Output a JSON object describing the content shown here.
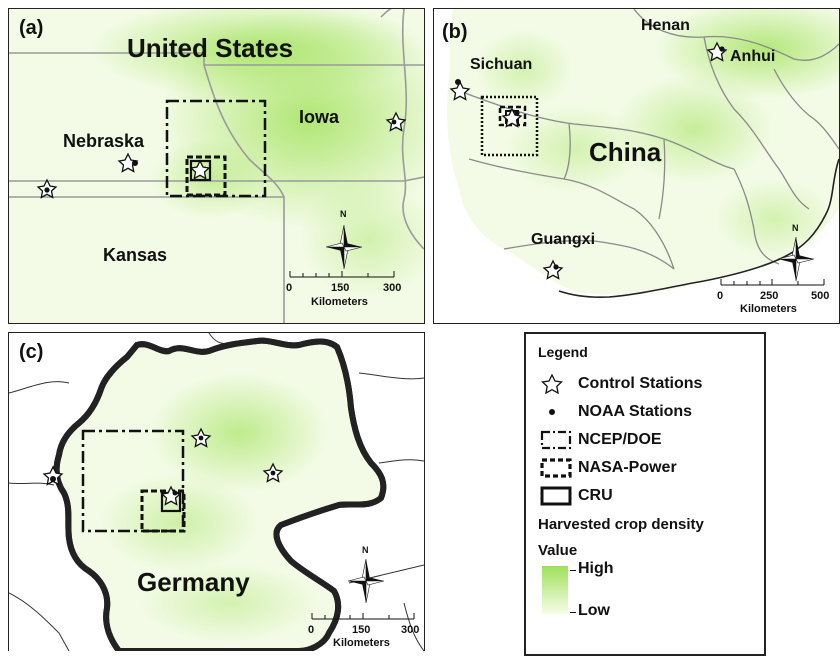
{
  "panel_a": {
    "label": "(a)",
    "country": "United States",
    "states": [
      "Nebraska",
      "Iowa",
      "Kansas"
    ],
    "scale": {
      "ticks": [
        "0",
        "150",
        "300"
      ],
      "unit": "Kilometers"
    },
    "north": "N"
  },
  "panel_b": {
    "label": "(b)",
    "country": "China",
    "provinces": [
      "Henan",
      "Sichuan",
      "Anhui",
      "Guangxi"
    ],
    "scale": {
      "ticks": [
        "0",
        "250",
        "500"
      ],
      "unit": "Kilometers"
    },
    "north": "N"
  },
  "panel_c": {
    "label": "(c)",
    "country": "Germany",
    "scale": {
      "ticks": [
        "0",
        "150",
        "300"
      ],
      "unit": "Kilometers"
    },
    "north": "N"
  },
  "legend": {
    "title": "Legend",
    "items": [
      "Control Stations",
      "NOAA Stations",
      "NCEP/DOE",
      "NASA-Power",
      "CRU"
    ],
    "density_title": "Harvested crop density",
    "value_label": "Value",
    "high": "High",
    "low": "Low"
  },
  "colors": {
    "crop_high": "#9fe05a",
    "crop_low": "#f6fde9",
    "border": "#222222",
    "state_line": "#9a9a9a"
  },
  "icons": [
    "star-icon",
    "dot-icon",
    "north-arrow-icon"
  ]
}
